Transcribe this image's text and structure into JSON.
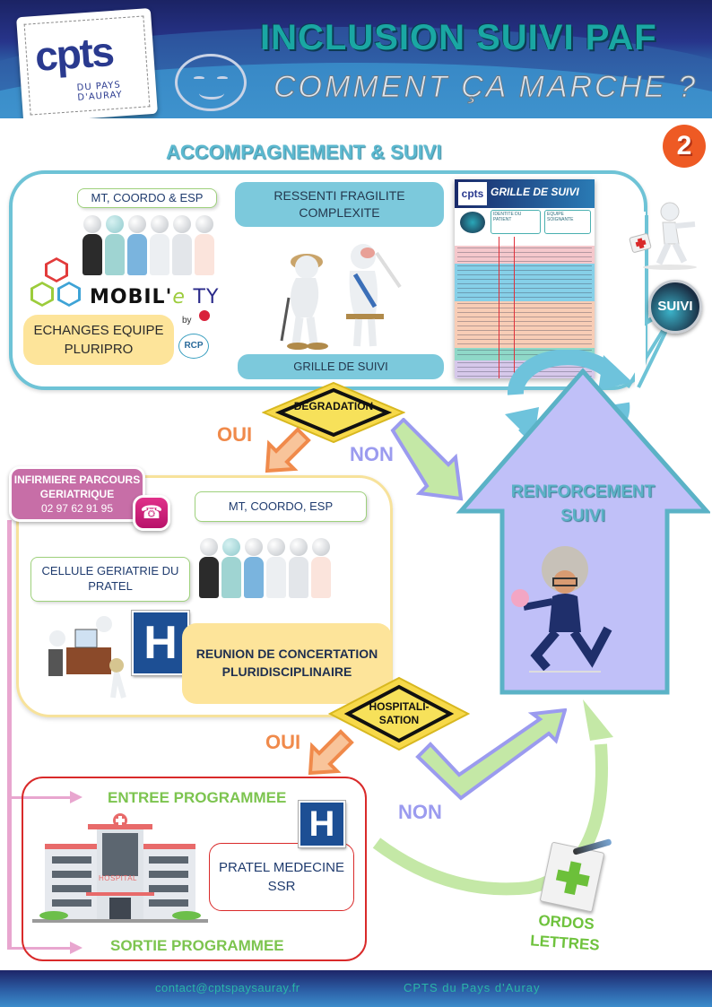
{
  "header": {
    "logo": {
      "brand": "cpts",
      "subtitle_line1": "DU PAYS",
      "subtitle_line2": "D'AURAY"
    },
    "title": "INCLUSION SUIVI PAF",
    "subtitle": "COMMENT ÇA MARCHE ?"
  },
  "step_number": "2",
  "accompagnement": {
    "title": "ACCOMPAGNEMENT & SUIVI",
    "team_tag": "MT, COORDO & ESP",
    "mobilety": {
      "prefix": "MOBIL'",
      "e": "e",
      "suffix": "TY",
      "by": "by"
    },
    "echanges": "ECHANGES EQUIPE PLURIPRO",
    "rcp": "RCP",
    "ressenti": "RESSENTI FRAGILITE COMPLEXITE",
    "grille_label": "GRILLE DE SUIVI",
    "grille_card": {
      "logo": "cpts",
      "title": "GRILLE DE SUIVI",
      "identity": "IDENTITE DU PATIENT",
      "team": "EQUIPE SOIGNANTE"
    },
    "suivi_badge": "SUIVI"
  },
  "decision1": {
    "label": "DEGRADATION",
    "yes": "OUI",
    "no": "NON"
  },
  "geriatrie": {
    "infirmiere": {
      "line1": "INFIRMIERE PARCOURS",
      "line2": "GERIATRIQUE",
      "phone": "02 97 62 91 95"
    },
    "team_tag": "MT, COORDO, ESP",
    "cellule": "CELLULE GERIATRIE DU PRATEL",
    "h_sign": "H",
    "reunion": "REUNION DE CONCERTATION PLURIDISCIPLINAIRE"
  },
  "renforcement": {
    "line1": "RENFORCEMENT",
    "line2": "SUIVI"
  },
  "decision2": {
    "label_line1": "HOSPITALI-",
    "label_line2": "SATION",
    "yes": "OUI",
    "no": "NON"
  },
  "hospital": {
    "entree": "ENTREE PROGRAMMEE",
    "sortie": "SORTIE PROGRAMMEE",
    "building_sign": "HOSPITAL",
    "h_sign": "H",
    "pratel": "PRATEL MEDECINE SSR"
  },
  "ordos": {
    "line1": "ORDOS",
    "line2": "LETTRES"
  },
  "footer": {
    "email": "contact@cptspaysauray.fr",
    "org": "CPTS du Pays d'Auray"
  },
  "colors": {
    "teal": "#6ec3d6",
    "orange": "#f08a4b",
    "lavender": "#c0c0f8",
    "yellow": "#fde49a",
    "pink": "#c76ea7",
    "red": "#d92a2a",
    "green": "#7cc44f"
  }
}
